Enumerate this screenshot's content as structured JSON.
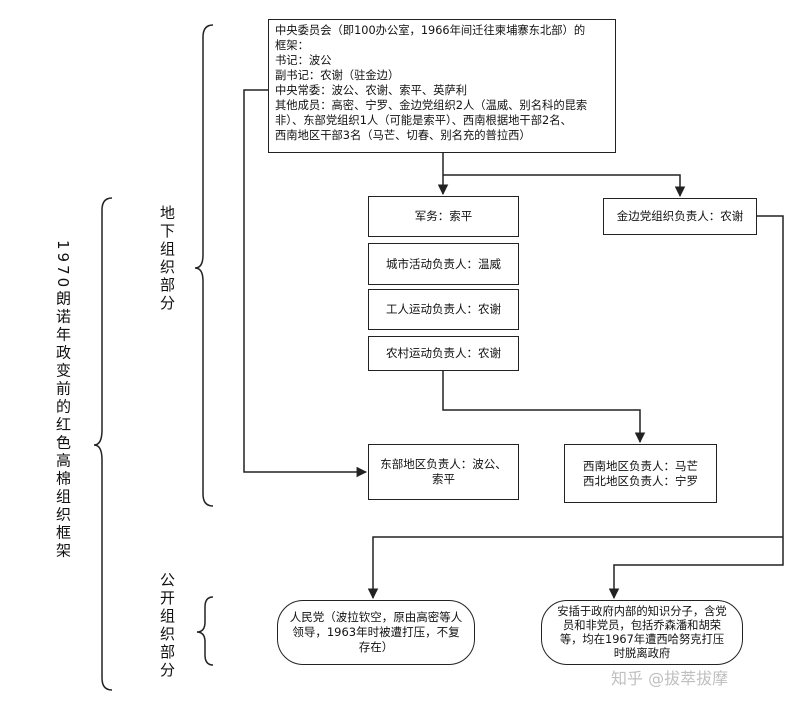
{
  "main_title": "1970朗诺年政变前的红色高棉组织框架",
  "underground_label": "地下组织部分",
  "public_label": "公开组织部分",
  "central_committee": {
    "lines": [
      "中央委员会（即100办公室，1966年间迁往柬埔寨东北部）的",
      "框架：",
      "书记：波公",
      "副书记：农谢（驻金边）",
      "中央常委：波公、农谢、索平、英萨利",
      "其他成员：高密、宁罗、金边党组织2人（温威、别名科的昆索",
      "非）、东部党组织1人（可能是索平）、西南根据地干部2名、",
      "西南地区干部3名（马芒、切春、别名充的普拉西）"
    ]
  },
  "military": "军务：索平",
  "urban": "城市活动负责人：温威",
  "labor": "工人运动负责人：农谢",
  "rural": "农村运动负责人：农谢",
  "phnom_penh": "金边党组织负责人：农谢",
  "east_region": {
    "lines": [
      "东部地区负责人：波公、",
      "索平"
    ]
  },
  "southwest_region": {
    "lines": [
      "西南地区负责人：马芒",
      "西北地区负责人：宁罗"
    ]
  },
  "peoples_party": {
    "lines": [
      "人民党（波拉钦空，原由高密等人",
      "领导，1963年时被遭打压，不复",
      "存在）"
    ]
  },
  "intellectuals": {
    "lines": [
      "安插于政府内部的知识分子，含党",
      "员和非党员，包括乔森潘和胡荣",
      "等，均在1967年遭西哈努克打压",
      "时脱离政府"
    ]
  },
  "watermark": "知乎 @拔萃拔摩"
}
